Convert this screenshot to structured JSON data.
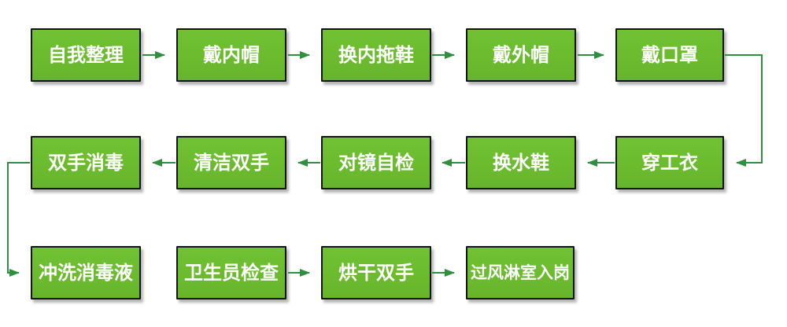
{
  "diagram": {
    "type": "flowchart",
    "description": "Hygiene dressing procedure flow (enter workshop steps)",
    "colors": {
      "box_fill": "#6CBB2F",
      "box_border": "#141414",
      "box_text": "#FFFFFF",
      "arrow": "#2E8F3E",
      "background": "#FFFFFF"
    },
    "flow": {
      "steps": [
        {
          "label": "自我整理"
        },
        {
          "label": "戴内帽"
        },
        {
          "label": "换内拖鞋"
        },
        {
          "label": "戴外帽"
        },
        {
          "label": "戴口罩"
        },
        {
          "label": "穿工衣"
        },
        {
          "label": "换水鞋"
        },
        {
          "label": "对镜自检"
        },
        {
          "label": "清洁双手"
        },
        {
          "label": "双手消毒"
        },
        {
          "label": "冲洗消毒液"
        },
        {
          "label": "卫生员检查"
        },
        {
          "label": "烘干双手"
        },
        {
          "label": "过风淋室入岗"
        }
      ],
      "sequence": [
        "自我整理",
        "戴内帽",
        "换内拖鞋",
        "戴外帽",
        "戴口罩",
        "穿工衣",
        "换水鞋",
        "对镜自检",
        "清洁双手",
        "双手消毒",
        "冲洗消毒液",
        "卫生员检查",
        "烘干双手",
        "过风淋室入岗"
      ],
      "note": "Row 1 flows left-to-right, row 2 flows right-to-left, row 3 flows left-to-right; no arrow drawn between 冲洗消毒液 and 卫生员检查."
    }
  }
}
